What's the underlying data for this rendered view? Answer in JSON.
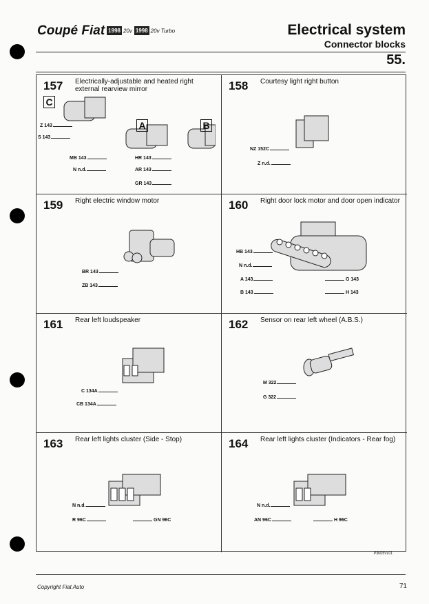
{
  "header": {
    "brand": "Coupé Fiat",
    "badge1": "1998",
    "variant1": "20v",
    "badge2": "1998",
    "variant2": "20v Turbo",
    "title": "Electrical system",
    "subtitle": "Connector blocks",
    "section": "55."
  },
  "cells": [
    {
      "num": "157",
      "title": "Electrically-adjustable and heated right external rearview mirror",
      "boxes": [
        "C",
        "A",
        "B"
      ],
      "labels": [
        "Z 143",
        "S 143",
        "MB 143",
        "N n.d.",
        "HR 143",
        "AR 143",
        "GR 143"
      ]
    },
    {
      "num": "158",
      "title": "Courtesy light right button",
      "labels": [
        "NZ 152C",
        "Z n.d."
      ]
    },
    {
      "num": "159",
      "title": "Right electric window motor",
      "labels": [
        "BR 143",
        "ZB 143"
      ]
    },
    {
      "num": "160",
      "title": "Right door lock motor and door open indicator",
      "labels": [
        "HB 143",
        "N n.d.",
        "A 143",
        "B 143",
        "G 143",
        "H 143"
      ]
    },
    {
      "num": "161",
      "title": "Rear left loudspeaker",
      "labels": [
        "C 134A",
        "CB 134A"
      ]
    },
    {
      "num": "162",
      "title": "Sensor on rear left wheel (A.B.S.)",
      "labels": [
        "M 322",
        "G 322"
      ]
    },
    {
      "num": "163",
      "title": "Rear left lights cluster (Side - Stop)",
      "labels": [
        "N n.d.",
        "R 96C",
        "GN 96C"
      ]
    },
    {
      "num": "164",
      "title": "Rear left lights cluster (Indicators - Rear fog)",
      "labels": [
        "N n.d.",
        "AN 96C",
        "H 96C"
      ]
    }
  ],
  "figure_code": "P3N25VL01",
  "footer": {
    "copyright": "Copyright Fiat Auto",
    "page": "71"
  }
}
